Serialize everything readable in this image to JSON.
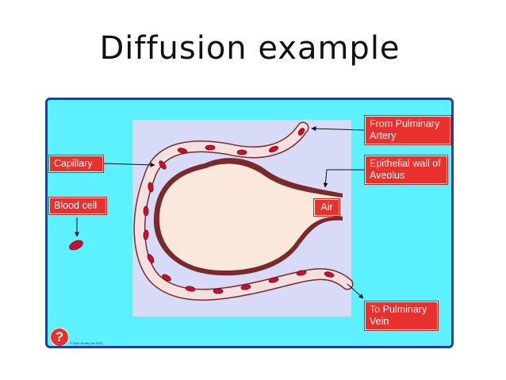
{
  "title": "Diffusion example",
  "labels": {
    "capillary": "Capillary",
    "blood_cell": "Blood cell",
    "from_artery": "From Pulminary Artery",
    "epithelial_wall": "Epithelial wall of Aveolus",
    "air": "Air",
    "to_vein": "To Pulminary Vein"
  },
  "help_button": "?",
  "copyright": "© Rpm Bodily Ltd 2003",
  "colors": {
    "panel_bg": "#5df0ff",
    "panel_border": "#1f3fa6",
    "inner_bg": "#d7dbf7",
    "label_bg": "#e8302c",
    "blood_cell": "#c8102e",
    "capillary_fill": "#f4e1df",
    "alveolus_fill": "#fbe8dc"
  }
}
